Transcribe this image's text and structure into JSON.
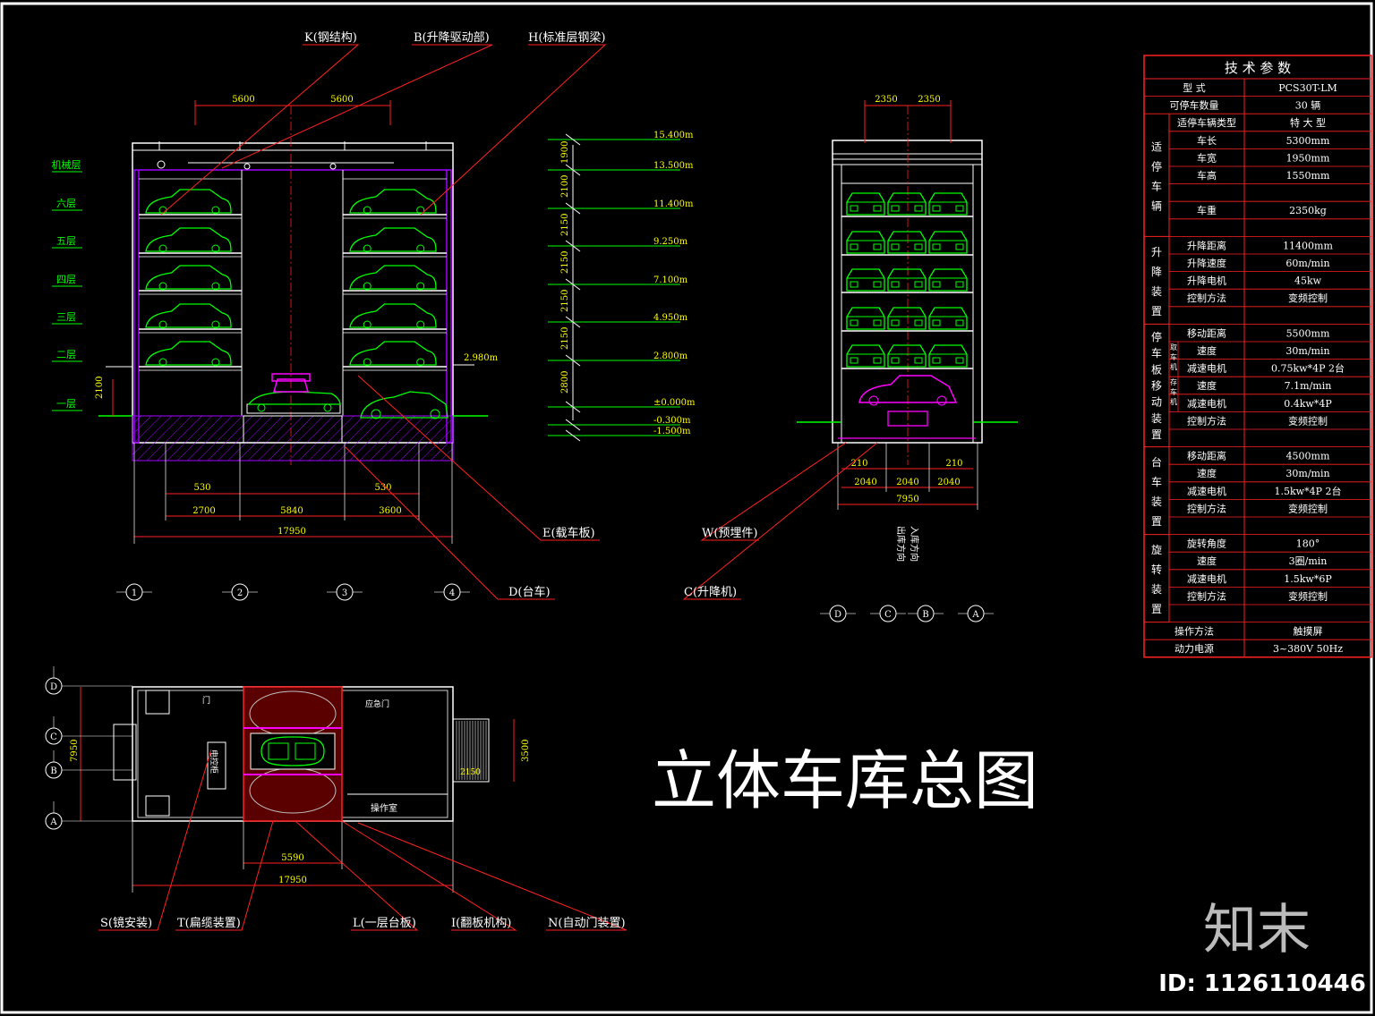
{
  "title": "立体车库总图",
  "watermark": "知末",
  "watermark_id": "ID: 1126110446",
  "colors": {
    "bg": "#000000",
    "red": "#ff2020",
    "green": "#00ff00",
    "white": "#ffffff",
    "magenta": "#ff00ff",
    "yellow": "#ffff00",
    "purple": "#a000ff",
    "gray": "#bfbfbf"
  },
  "callouts": {
    "k": "K(钢结构)",
    "b": "B(升降驱动部)",
    "h": "H(标准层钢梁)",
    "e": "E(载车板)",
    "d": "D(台车)",
    "w": "W(预埋件)",
    "c": "C(升降机)",
    "s": "S(镜安装)",
    "t": "T(扁缆装置)",
    "l": "L(一层台板)",
    "i": "I(翻板机构)",
    "n": "N(自动门装置)"
  },
  "floors": [
    "机械层",
    "六层",
    "五层",
    "四层",
    "三层",
    "二层",
    "一层"
  ],
  "front_dims": {
    "top": [
      "5600",
      "5600"
    ],
    "bottom1": [
      "530",
      "530"
    ],
    "bottom2": [
      "2700",
      "5840",
      "3600"
    ],
    "total": "17950",
    "h_2100": "2100",
    "h_2980": "2.980m"
  },
  "elevations": [
    "15.400m",
    "13.500m",
    "11.400m",
    "9.250m",
    "7.100m",
    "4.950m",
    "2.800m",
    "±0.000m",
    "-0.300m",
    "-1.500m"
  ],
  "heights": [
    "1900",
    "2100",
    "2150",
    "2150",
    "2150",
    "2150",
    "2800"
  ],
  "side_dims": {
    "top": [
      "2350",
      "2350"
    ],
    "b1": [
      "210",
      "210"
    ],
    "b2": [
      "2040",
      "2040",
      "2040"
    ],
    "total": "7950",
    "vtext1": "出库方向",
    "vtext2": "入库方向"
  },
  "axes_front": [
    "1",
    "2",
    "3",
    "4"
  ],
  "axes_side": [
    "D",
    "C",
    "B",
    "A"
  ],
  "plan": {
    "axes": [
      "D",
      "C",
      "B",
      "A"
    ],
    "h7950": "7950",
    "d3500": "3500",
    "d2150": "2150",
    "d5590": "5590",
    "total": "17950",
    "door1": "门",
    "door2": "应急门",
    "room": "操作室",
    "cabinet": "电控柜"
  },
  "table": {
    "title": "技 术 参 数",
    "rows": [
      {
        "group": "",
        "sub": "",
        "name": "型    式",
        "value": "PCS30T-LM"
      },
      {
        "group": "",
        "sub": "",
        "name": "可停车数量",
        "value": "30 辆"
      },
      {
        "group": "适停车辆",
        "sub": "",
        "name": "适停车辆类型",
        "value": "特 大 型"
      },
      {
        "group": "",
        "sub": "",
        "name": "车长",
        "value": "5300mm"
      },
      {
        "group": "",
        "sub": "",
        "name": "车宽",
        "value": "1950mm"
      },
      {
        "group": "",
        "sub": "",
        "name": "车高",
        "value": "1550mm"
      },
      {
        "group": "",
        "sub": "",
        "name": "",
        "value": ""
      },
      {
        "group": "",
        "sub": "",
        "name": "车重",
        "value": "2350kg"
      },
      {
        "group": "",
        "sub": "",
        "name": "",
        "value": ""
      },
      {
        "group": "升降装置",
        "sub": "",
        "name": "升降距离",
        "value": "11400mm"
      },
      {
        "group": "",
        "sub": "",
        "name": "升降速度",
        "value": "60m/min"
      },
      {
        "group": "",
        "sub": "",
        "name": "升降电机",
        "value": "45kw"
      },
      {
        "group": "",
        "sub": "",
        "name": "控制方法",
        "value": "变频控制"
      },
      {
        "group": "",
        "sub": "",
        "name": "",
        "value": ""
      },
      {
        "group": "停车板移动装置",
        "sub": "",
        "name": "移动距离",
        "value": "5500mm"
      },
      {
        "group": "",
        "sub": "取车机",
        "name": "速度",
        "value": "30m/min"
      },
      {
        "group": "",
        "sub": "",
        "name": "减速电机",
        "value": "0.75kw*4P  2台"
      },
      {
        "group": "",
        "sub": "存车机",
        "name": "速度",
        "value": "7.1m/min"
      },
      {
        "group": "",
        "sub": "",
        "name": "减速电机",
        "value": "0.4kw*4P"
      },
      {
        "group": "",
        "sub": "",
        "name": "控制方法",
        "value": "变频控制"
      },
      {
        "group": "",
        "sub": "",
        "name": "",
        "value": ""
      },
      {
        "group": "台车装置",
        "sub": "",
        "name": "移动距离",
        "value": "4500mm"
      },
      {
        "group": "",
        "sub": "",
        "name": "速度",
        "value": "30m/min"
      },
      {
        "group": "",
        "sub": "",
        "name": "减速电机",
        "value": "1.5kw*4P  2台"
      },
      {
        "group": "",
        "sub": "",
        "name": "控制方法",
        "value": "变频控制"
      },
      {
        "group": "",
        "sub": "",
        "name": "",
        "value": ""
      },
      {
        "group": "旋转装置",
        "sub": "",
        "name": "旋转角度",
        "value": "180°"
      },
      {
        "group": "",
        "sub": "",
        "name": "速度",
        "value": "3圈/min"
      },
      {
        "group": "",
        "sub": "",
        "name": "减速电机",
        "value": "1.5kw*6P"
      },
      {
        "group": "",
        "sub": "",
        "name": "控制方法",
        "value": "变频控制"
      },
      {
        "group": "",
        "sub": "",
        "name": "",
        "value": ""
      },
      {
        "group": "",
        "sub": "",
        "name": "操作方法",
        "value": "触摸屏"
      },
      {
        "group": "",
        "sub": "",
        "name": "动力电源",
        "value": "3~380V  50Hz"
      }
    ],
    "groups_vertical": [
      "适停车辆",
      "升降装置",
      "停车板移动装置",
      "台车装置",
      "旋转装置"
    ],
    "subs_vertical": [
      "取车机",
      "存车机"
    ]
  }
}
